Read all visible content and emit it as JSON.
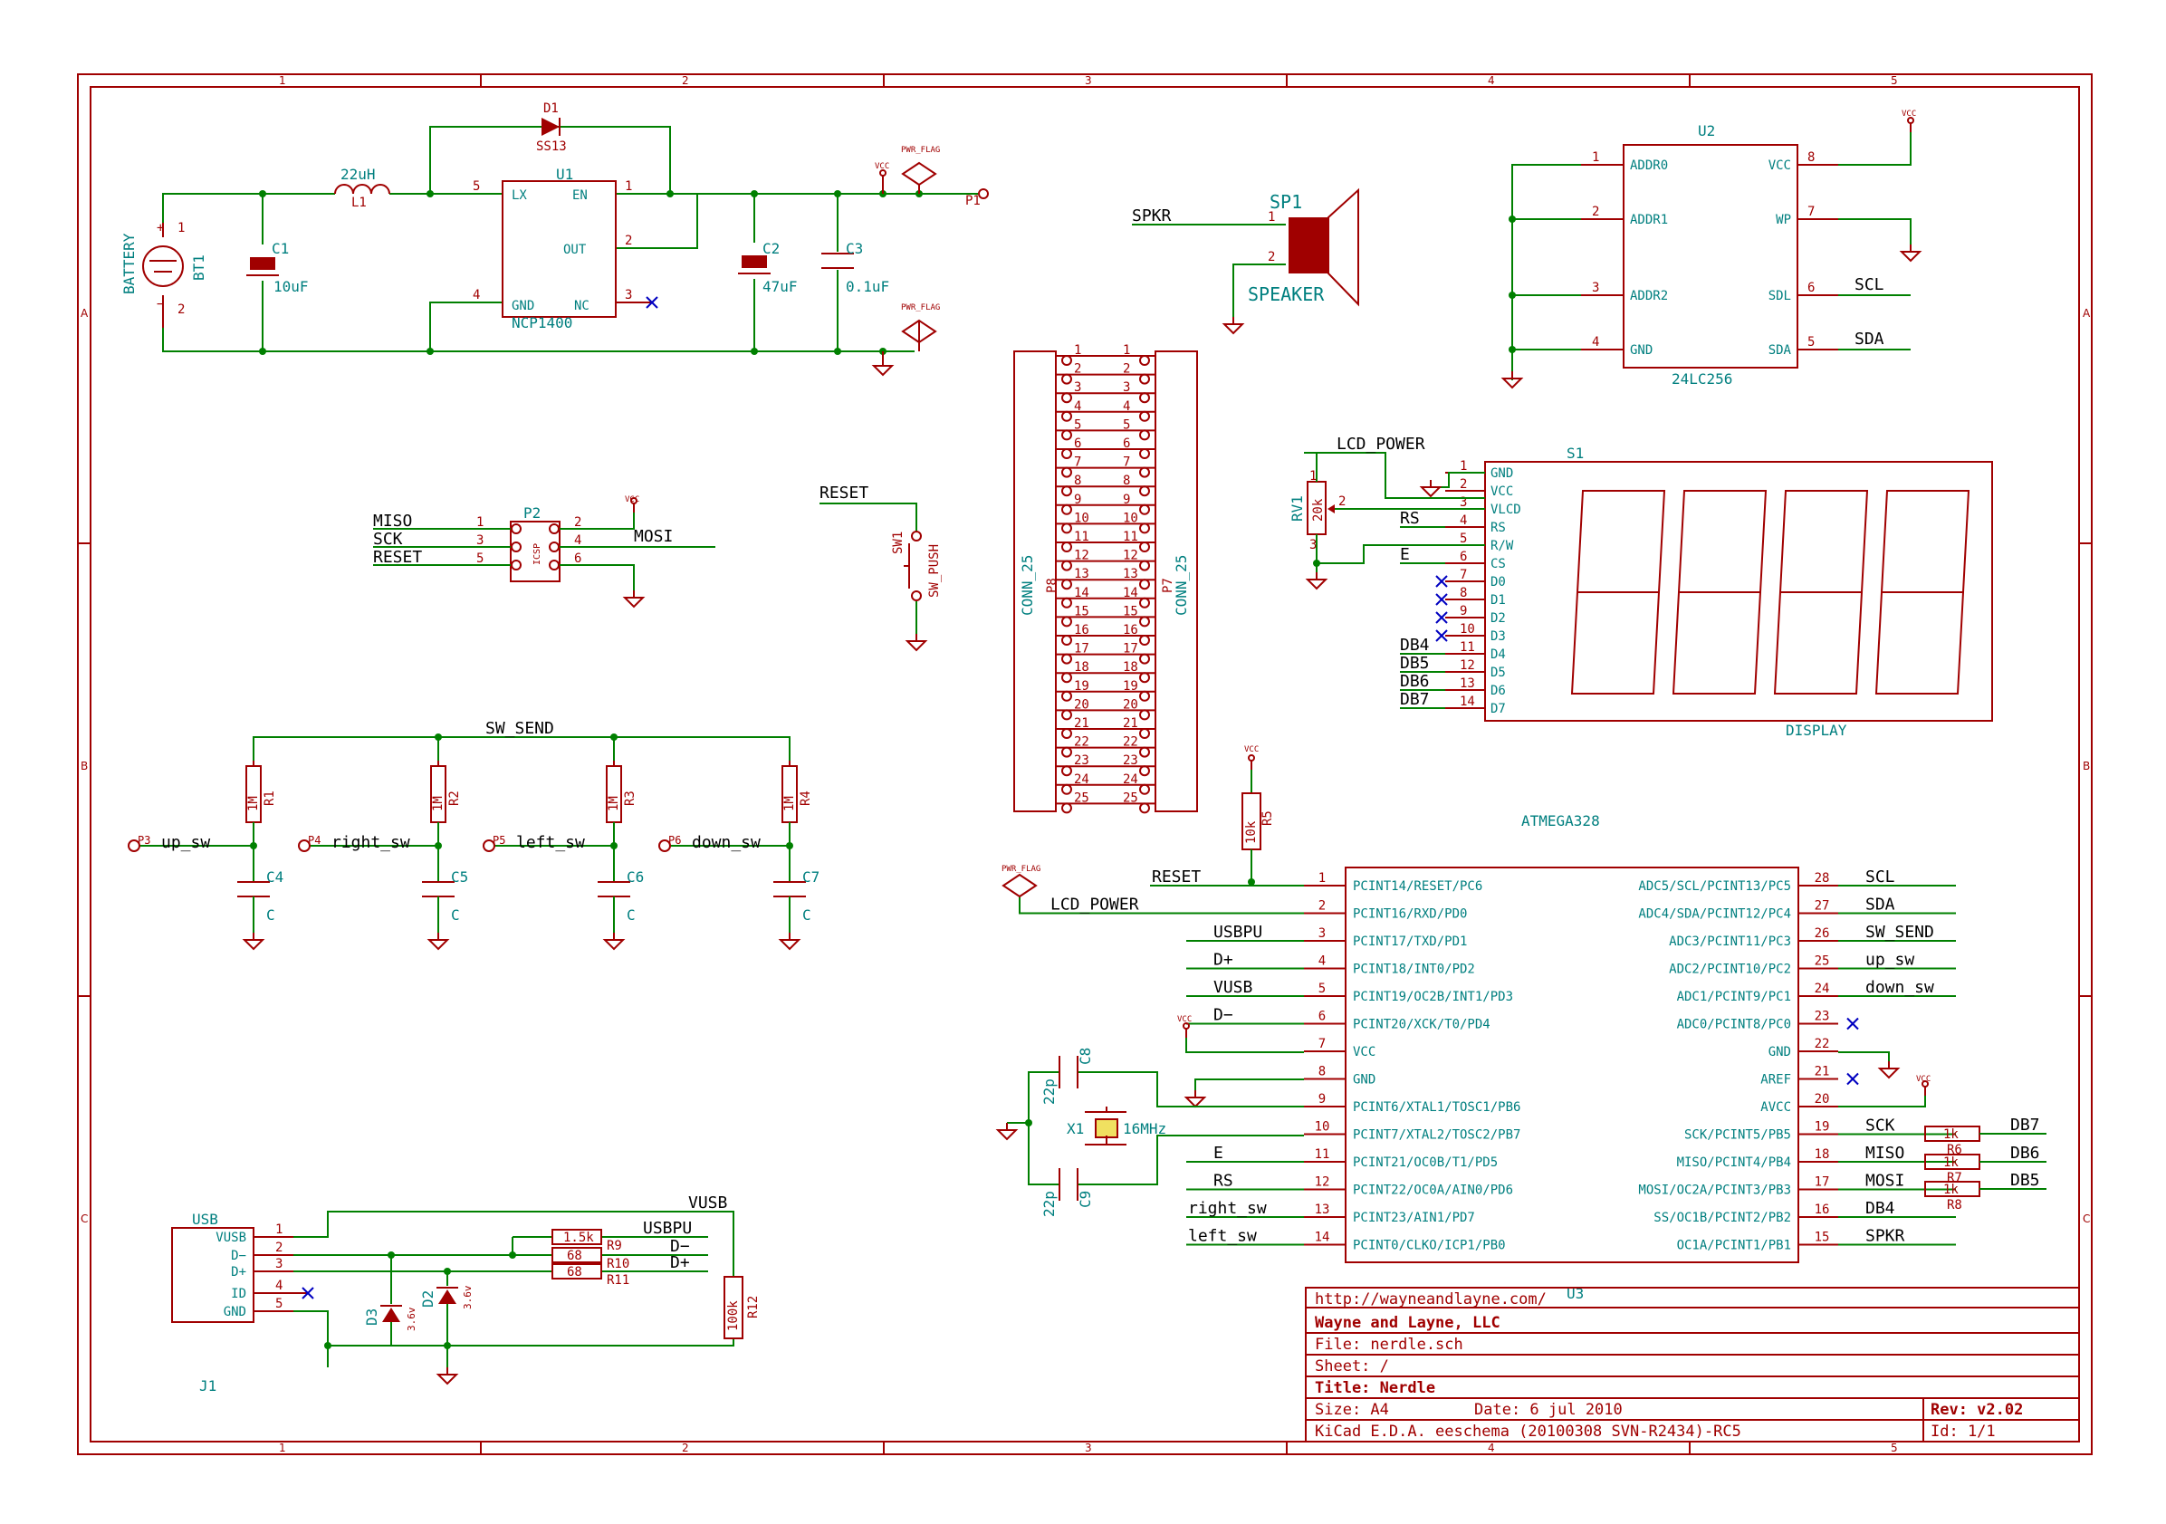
{
  "frame": {
    "columns": [
      "1",
      "2",
      "3",
      "4",
      "5"
    ],
    "rows": [
      "A",
      "B",
      "C"
    ]
  },
  "title_block": {
    "url": "http://wayneandlayne.com/",
    "company": "Wayne and Layne, LLC",
    "file": "File: nerdle.sch",
    "sheet": "Sheet: /",
    "title": "Title: Nerdle",
    "size": "Size: A4",
    "date": "Date: 6 jul 2010",
    "rev": "Rev: v2.02",
    "tool": "KiCad E.D.A.  eeschema (20100308 SVN-R2434)-RC5",
    "id": "Id: 1/1"
  },
  "power": {
    "bt1_ref": "BT1",
    "bt1_val": "BATTERY",
    "c1_ref": "C1",
    "c1_val": "10uF",
    "l1_ref": "L1",
    "l1_val": "22uH",
    "d1_ref": "D1",
    "d1_val": "SS13",
    "u1_ref": "U1",
    "u1_val": "NCP1400",
    "u1_pins": {
      "lx": "LX",
      "en": "EN",
      "out": "OUT",
      "gnd": "GND",
      "nc": "NC"
    },
    "u1_pinnums": {
      "lx": "5",
      "en": "1",
      "out": "2",
      "gnd": "4",
      "nc": "3"
    },
    "c2_ref": "C2",
    "c2_val": "47uF",
    "c3_ref": "C3",
    "c3_val": "0.1uF",
    "vcc": "VCC",
    "pwr_flag": "PWR_FLAG",
    "p1": "P1"
  },
  "speaker": {
    "ref": "SP1",
    "val": "SPEAKER",
    "net": "SPKR",
    "pin1": "1",
    "pin2": "2"
  },
  "eeprom": {
    "ref": "U2",
    "val": "24LC256",
    "left_pins": [
      {
        "num": "1",
        "name": "ADDR0"
      },
      {
        "num": "2",
        "name": "ADDR1"
      },
      {
        "num": "3",
        "name": "ADDR2"
      },
      {
        "num": "4",
        "name": "GND"
      }
    ],
    "right_pins": [
      {
        "num": "8",
        "name": "VCC",
        "net": ""
      },
      {
        "num": "7",
        "name": "WP",
        "net": ""
      },
      {
        "num": "6",
        "name": "SDL",
        "net": "SCL"
      },
      {
        "num": "5",
        "name": "SDA",
        "net": "SDA"
      }
    ],
    "vcc": "VCC"
  },
  "display": {
    "ref": "S1",
    "val": "DISPLAY",
    "pot_ref": "RV1",
    "pot_val": "20k",
    "lcd_power": "LCD_POWER",
    "pins": [
      {
        "num": "1",
        "name": "GND",
        "net": ""
      },
      {
        "num": "2",
        "name": "VCC",
        "net": ""
      },
      {
        "num": "3",
        "name": "VLCD",
        "net": ""
      },
      {
        "num": "4",
        "name": "RS",
        "net": "RS"
      },
      {
        "num": "5",
        "name": "R/W",
        "net": ""
      },
      {
        "num": "6",
        "name": "CS",
        "net": "E"
      },
      {
        "num": "7",
        "name": "D0",
        "net": ""
      },
      {
        "num": "8",
        "name": "D1",
        "net": ""
      },
      {
        "num": "9",
        "name": "D2",
        "net": ""
      },
      {
        "num": "10",
        "name": "D3",
        "net": ""
      },
      {
        "num": "11",
        "name": "D4",
        "net": "DB4"
      },
      {
        "num": "12",
        "name": "D5",
        "net": "DB5"
      },
      {
        "num": "13",
        "name": "D6",
        "net": "DB6"
      },
      {
        "num": "14",
        "name": "D7",
        "net": "DB7"
      }
    ],
    "pot_pins": [
      "1",
      "2",
      "3"
    ]
  },
  "icsp": {
    "ref": "P2",
    "val": "ICSP",
    "left": [
      {
        "num": "1",
        "net": "MISO"
      },
      {
        "num": "3",
        "net": "SCK"
      },
      {
        "num": "5",
        "net": "RESET"
      }
    ],
    "right": [
      {
        "num": "2",
        "net": ""
      },
      {
        "num": "4",
        "net": "MOSI"
      },
      {
        "num": "6",
        "net": ""
      }
    ],
    "vcc": "VCC"
  },
  "reset_sw": {
    "ref": "SW1",
    "val": "SW_PUSH",
    "net": "RESET"
  },
  "headers": {
    "p8_ref": "P8",
    "p8_val": "CONN_25",
    "p7_ref": "P7",
    "p7_val": "CONN_25",
    "pins": [
      "1",
      "2",
      "3",
      "4",
      "5",
      "6",
      "7",
      "8",
      "9",
      "10",
      "11",
      "12",
      "13",
      "14",
      "15",
      "16",
      "17",
      "18",
      "19",
      "20",
      "21",
      "22",
      "23",
      "24",
      "25"
    ]
  },
  "buttons": {
    "net": "SW_SEND",
    "items": [
      {
        "port": "P3",
        "net": "up_sw",
        "r_ref": "R1",
        "r_val": "1M",
        "c_ref": "C4",
        "c_val": "C"
      },
      {
        "port": "P4",
        "net": "right_sw",
        "r_ref": "R2",
        "r_val": "1M",
        "c_ref": "C5",
        "c_val": "C"
      },
      {
        "port": "P5",
        "net": "left_sw",
        "r_ref": "R3",
        "r_val": "1M",
        "c_ref": "C6",
        "c_val": "C"
      },
      {
        "port": "P6",
        "net": "down_sw",
        "r_ref": "R4",
        "r_val": "1M",
        "c_ref": "C7",
        "c_val": "C"
      }
    ]
  },
  "mcu": {
    "ref": "U3",
    "val": "ATMEGA328",
    "r5_ref": "R5",
    "r5_val": "10k",
    "vcc": "VCC",
    "pwr_flag": "PWR_FLAG",
    "left": [
      {
        "num": "1",
        "name": "PCINT14/RESET/PC6",
        "net": "RESET"
      },
      {
        "num": "2",
        "name": "PCINT16/RXD/PD0",
        "net": "LCD_POWER"
      },
      {
        "num": "3",
        "name": "PCINT17/TXD/PD1",
        "net": "USBPU"
      },
      {
        "num": "4",
        "name": "PCINT18/INT0/PD2",
        "net": "D+"
      },
      {
        "num": "5",
        "name": "PCINT19/OC2B/INT1/PD3",
        "net": "VUSB"
      },
      {
        "num": "6",
        "name": "PCINT20/XCK/T0/PD4",
        "net": "D−"
      },
      {
        "num": "7",
        "name": "VCC",
        "net": ""
      },
      {
        "num": "8",
        "name": "GND",
        "net": ""
      },
      {
        "num": "9",
        "name": "PCINT6/XTAL1/TOSC1/PB6",
        "net": ""
      },
      {
        "num": "10",
        "name": "PCINT7/XTAL2/TOSC2/PB7",
        "net": ""
      },
      {
        "num": "11",
        "name": "PCINT21/OC0B/T1/PD5",
        "net": "E"
      },
      {
        "num": "12",
        "name": "PCINT22/OC0A/AIN0/PD6",
        "net": "RS"
      },
      {
        "num": "13",
        "name": "PCINT23/AIN1/PD7",
        "net": "right_sw"
      },
      {
        "num": "14",
        "name": "PCINT0/CLKO/ICP1/PB0",
        "net": "left_sw"
      }
    ],
    "right": [
      {
        "num": "28",
        "name": "ADC5/SCL/PCINT13/PC5",
        "net": "SCL"
      },
      {
        "num": "27",
        "name": "ADC4/SDA/PCINT12/PC4",
        "net": "SDA"
      },
      {
        "num": "26",
        "name": "ADC3/PCINT11/PC3",
        "net": "SW_SEND"
      },
      {
        "num": "25",
        "name": "ADC2/PCINT10/PC2",
        "net": "up_sw"
      },
      {
        "num": "24",
        "name": "ADC1/PCINT9/PC1",
        "net": "down_sw"
      },
      {
        "num": "23",
        "name": "ADC0/PCINT8/PC0",
        "net": ""
      },
      {
        "num": "22",
        "name": "GND",
        "net": ""
      },
      {
        "num": "21",
        "name": "AREF",
        "net": ""
      },
      {
        "num": "20",
        "name": "AVCC",
        "net": ""
      },
      {
        "num": "19",
        "name": "SCK/PCINT5/PB5",
        "net": "SCK"
      },
      {
        "num": "18",
        "name": "MISO/PCINT4/PB4",
        "net": "MISO"
      },
      {
        "num": "17",
        "name": "MOSI/OC2A/PCINT3/PB3",
        "net": "MOSI"
      },
      {
        "num": "16",
        "name": "SS/OC1B/PCINT2/PB2",
        "net": "DB4"
      },
      {
        "num": "15",
        "name": "OC1A/PCINT1/PB1",
        "net": "SPKR"
      }
    ],
    "series_r": [
      {
        "ref": "R6",
        "val": "1k",
        "net": "DB7"
      },
      {
        "ref": "R7",
        "val": "1k",
        "net": "DB6"
      },
      {
        "ref": "R8",
        "val": "1k",
        "net": "DB5"
      }
    ],
    "crystal": {
      "ref": "X1",
      "val": "16MHz",
      "c8_ref": "C8",
      "c8_val": "22p",
      "c9_ref": "C9",
      "c9_val": "22p"
    }
  },
  "usb": {
    "ref": "J1",
    "title": "USB",
    "pins": [
      {
        "num": "1",
        "name": "VUSB"
      },
      {
        "num": "2",
        "name": "D−"
      },
      {
        "num": "3",
        "name": "D+"
      },
      {
        "num": "4",
        "name": "ID"
      },
      {
        "num": "5",
        "name": "GND"
      }
    ],
    "r9_ref": "R9",
    "r9_val": "1.5k",
    "r10_ref": "R10",
    "r10_val": "68",
    "r11_ref": "R11",
    "r11_val": "68",
    "r12_ref": "R12",
    "r12_val": "100k",
    "d2_ref": "D2",
    "d2_val": "3.6v",
    "d3_ref": "D3",
    "d3_val": "3.6v",
    "nets": {
      "vusb": "VUSB",
      "usbpu": "USBPU",
      "dminus": "D−",
      "dplus": "D+"
    }
  }
}
